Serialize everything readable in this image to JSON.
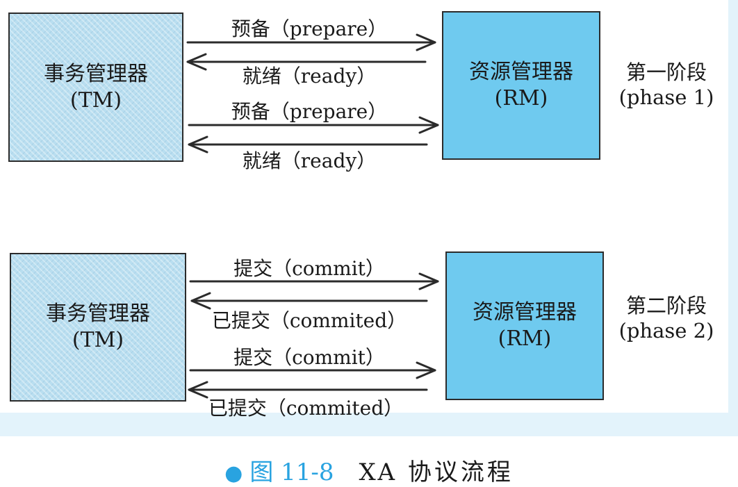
{
  "diagram": {
    "phase1": {
      "tm": {
        "name": "事务管理器",
        "abbr": "(TM)"
      },
      "rm": {
        "name": "资源管理器",
        "abbr": "(RM)"
      },
      "arrows": [
        "预备（prepare）",
        "就绪（ready）",
        "预备（prepare）",
        "就绪（ready）"
      ],
      "phase_name": "第一阶段",
      "phase_en": "(phase 1)"
    },
    "phase2": {
      "tm": {
        "name": "事务管理器",
        "abbr": "(TM)"
      },
      "rm": {
        "name": "资源管理器",
        "abbr": "(RM)"
      },
      "arrows": [
        "提交（commit）",
        "已提交（commited）",
        "提交（commit）",
        "已提交（commited）"
      ],
      "phase_name": "第二阶段",
      "phase_en": "(phase 2)"
    }
  },
  "caption": {
    "figure_no": "图 11-8",
    "title": "XA 协议流程"
  },
  "colors": {
    "tm_fill": "#b9def0",
    "rm_fill": "#6fcaef",
    "accent": "#29a3e0",
    "panel_tint": "#e3f3fb"
  }
}
